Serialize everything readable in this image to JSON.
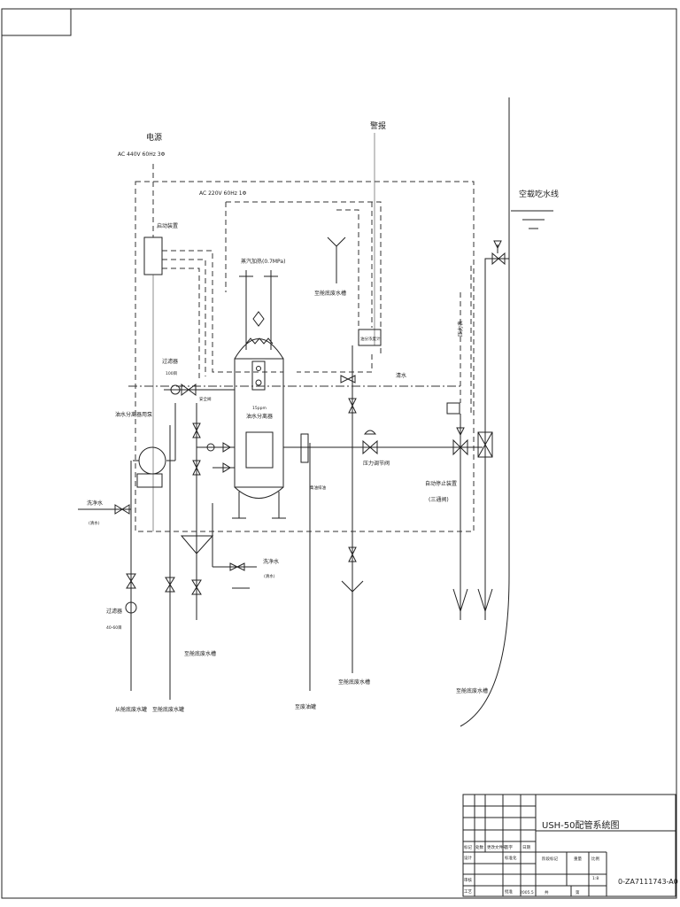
{
  "power": {
    "title": "电源",
    "main_supply": "AC 440V  60Hz  3Φ",
    "control_supply": "AC 220V  60Hz  1Φ"
  },
  "labels": {
    "alarm": "警报",
    "waterline": "空载吃水线",
    "starter": "启动装置",
    "steam_heat": "蒸汽加热(0.7MPa)",
    "to_bilge_tank_top": "至舱底废水槽",
    "oil_detector": "油分浓度计",
    "clean_water_mid": "清水",
    "filter_top": "过滤器",
    "filter_top_mesh": "100目",
    "safety_valve": "安全阀",
    "ppm": "15ppm",
    "separator": "油水分离器",
    "pump": "油水分离器用泵",
    "flush_left": "洗净水",
    "flush_left_sub": "(清水)",
    "pressure_reg": "压力调节阀",
    "auto_stop": "自动停止装置",
    "auto_stop_sub": "(三通阀)",
    "pressure_gauge": "压力表",
    "oil_discharge": "集油排油",
    "flush_bottom": "洗净水",
    "flush_bottom_sub": "(清水)",
    "filter_bottom": "过滤器",
    "filter_bottom_mesh": "40-60目",
    "to_bilge_tank_bottom": "至舱底废水槽",
    "to_bilge_tank_mid": "至舱底废水槽",
    "to_bilge_tank_right": "至舱底废水槽",
    "from_bilge": "从舱底废水罐",
    "to_bilge_tank_left": "至舱底废水罐",
    "to_waste_oil": "至废油罐"
  },
  "title_block": {
    "drawing_title": "USH-50配管系统图",
    "drawing_number": "0-ZA7111743-A0",
    "scale": "1:8",
    "date": "2005.5",
    "mark_label": "标记",
    "count_label": "处数",
    "change_doc_label": "更改文件号",
    "sign_label": "签字",
    "date_label": "日期",
    "design_label": "设计",
    "standard_label": "标准化",
    "check_label": "审核",
    "process_label": "工艺",
    "approve_label": "批准",
    "stage_mark_label": "阶段标记",
    "weight_label": "重量",
    "ratio_label": "比例",
    "sheet_label": "共",
    "page_label": "第"
  }
}
